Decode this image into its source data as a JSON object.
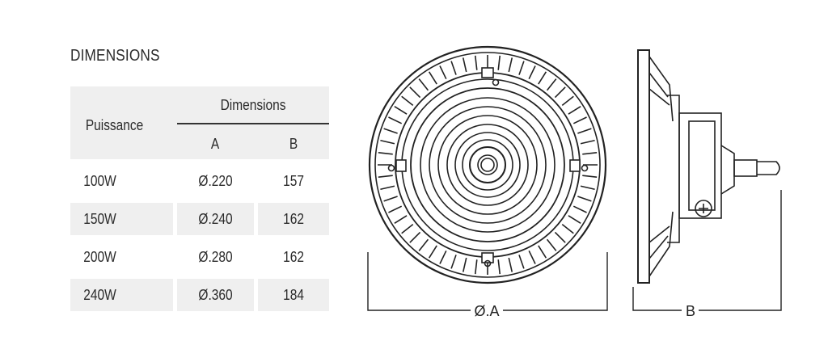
{
  "heading": "DIMENSIONS",
  "table": {
    "col_power": "Puissance",
    "col_group": "Dimensions",
    "col_a": "A",
    "col_b": "B",
    "rows": [
      {
        "power": "100W",
        "a": "Ø.220",
        "b": "157"
      },
      {
        "power": "150W",
        "a": "Ø.240",
        "b": "162"
      },
      {
        "power": "200W",
        "a": "Ø.280",
        "b": "162"
      },
      {
        "power": "240W",
        "a": "Ø.360",
        "b": "184"
      }
    ]
  },
  "drawing": {
    "front_dim_label": "Ø.A",
    "side_dim_label": "B"
  }
}
